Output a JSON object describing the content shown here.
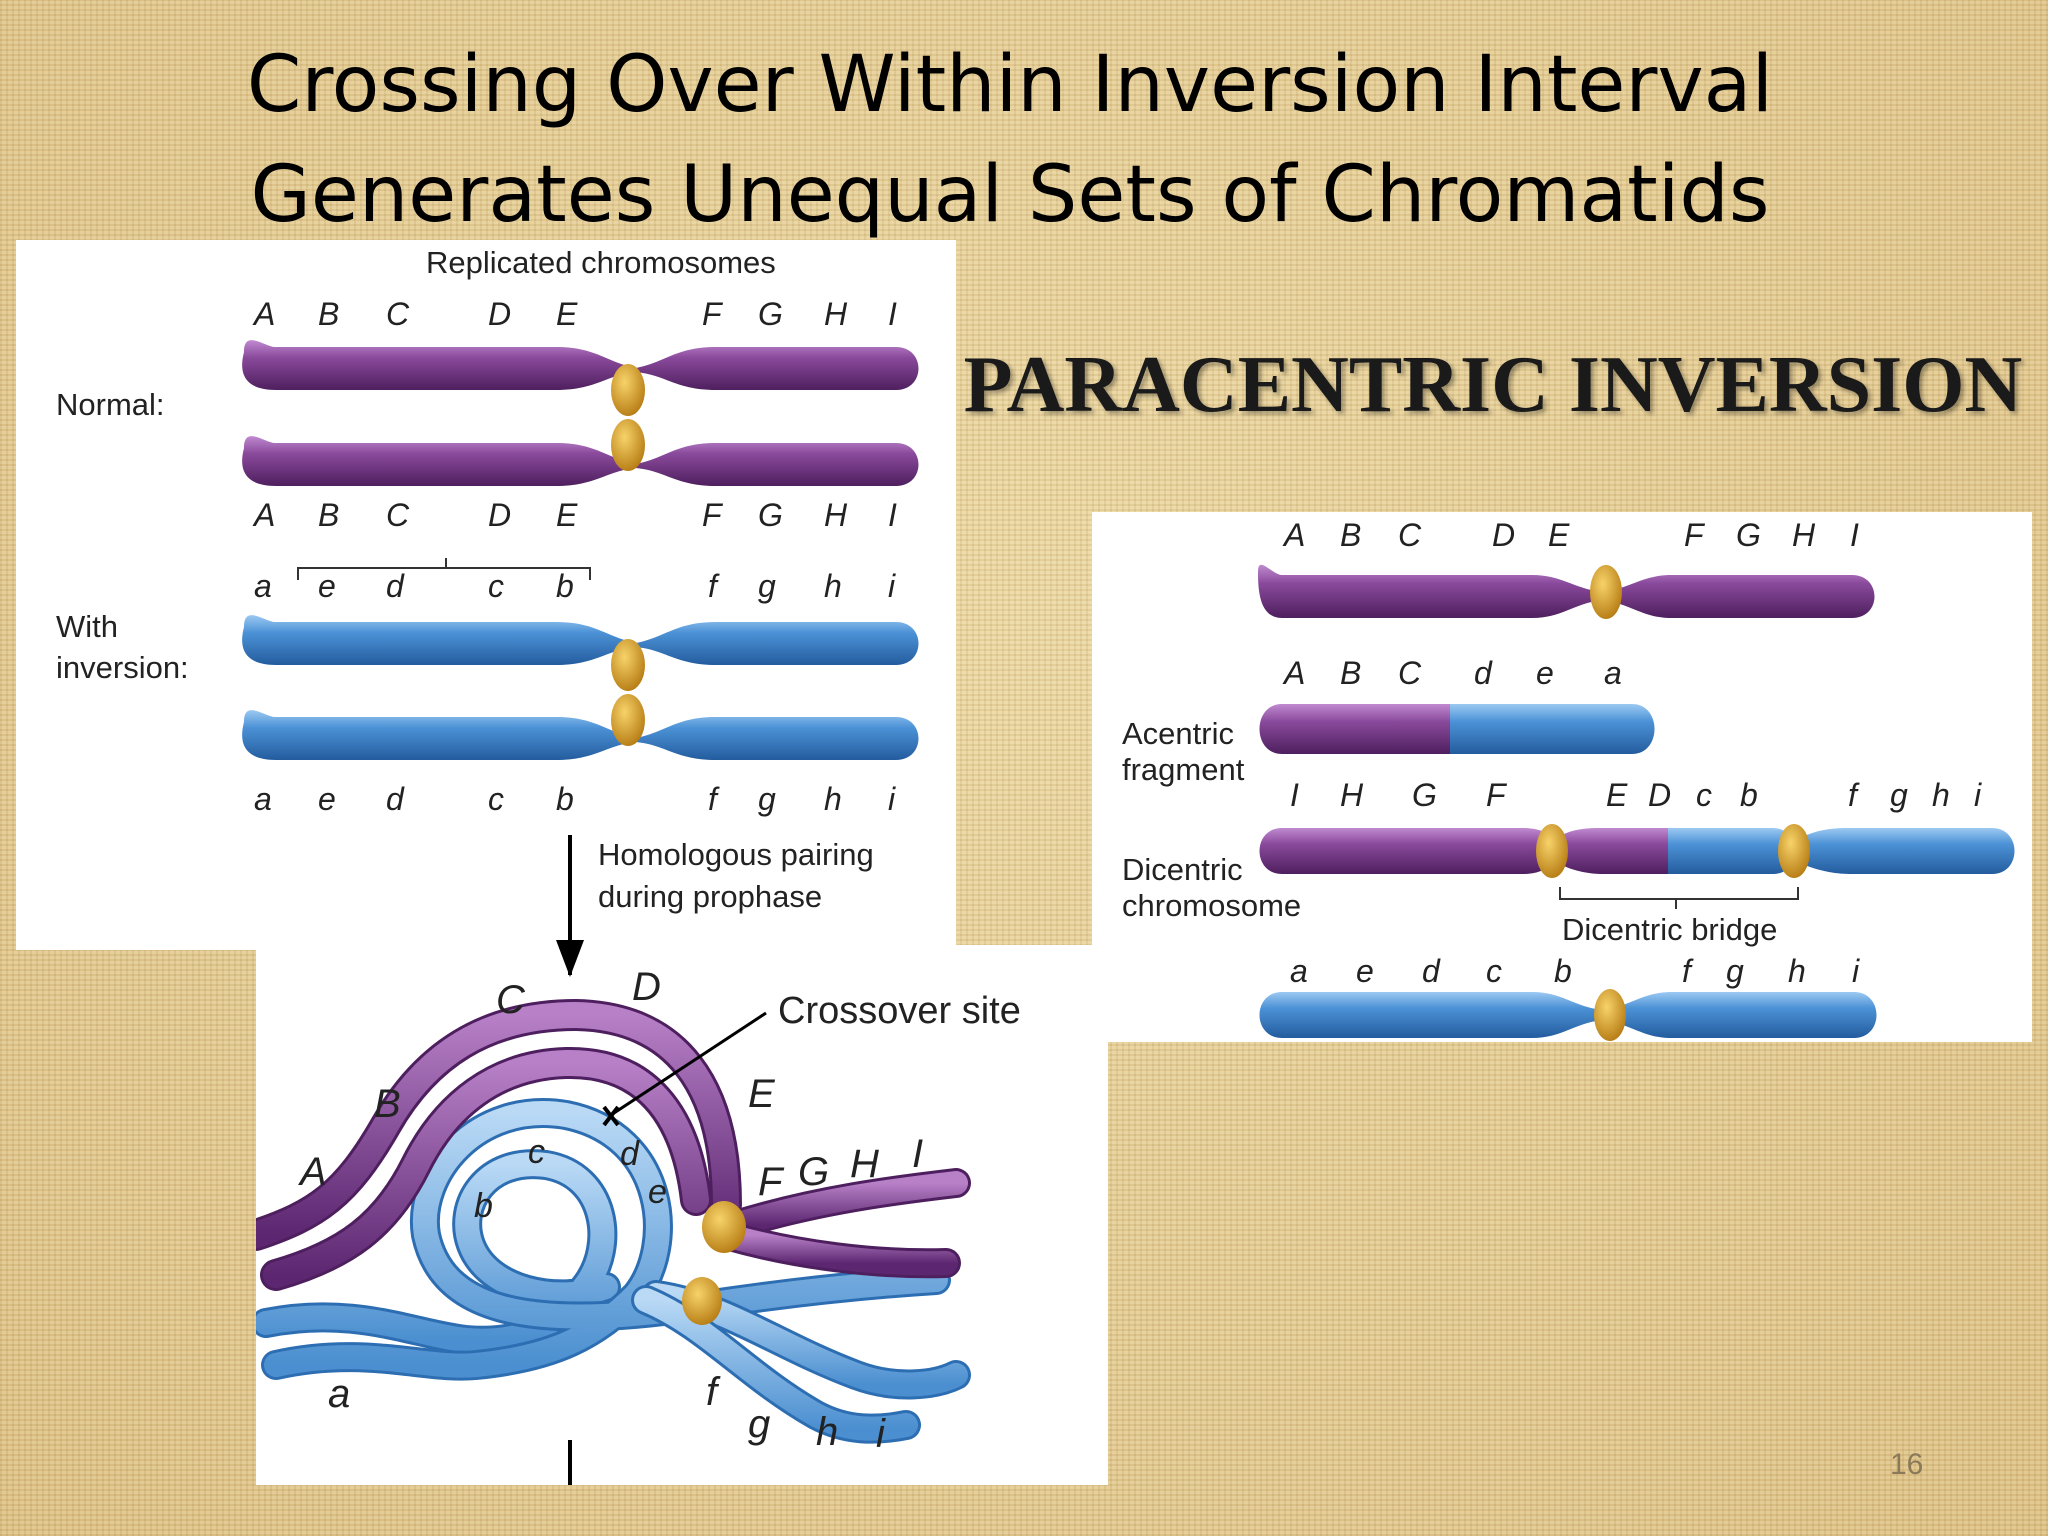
{
  "slide": {
    "title_line1": "Crossing Over Within Inversion Interval",
    "title_line2": "Generates Unequal Sets of Chromatids",
    "subtitle": "PARACENTRIC INVERSION",
    "page_number": "16"
  },
  "left_figure": {
    "heading": "Replicated chromosomes",
    "normal_label": "Normal:",
    "inversion_label_1": "With",
    "inversion_label_2": "inversion:",
    "upper_genes": [
      "A",
      "B",
      "C",
      "D",
      "E",
      "F",
      "G",
      "H",
      "I"
    ],
    "inverted_genes": [
      "a",
      "e",
      "d",
      "c",
      "b",
      "f",
      "g",
      "h",
      "i"
    ],
    "pairing_caption_1": "Homologous pairing",
    "pairing_caption_2": "during prophase"
  },
  "loop_figure": {
    "crossover_label": "Crossover site",
    "labels": {
      "C": "C",
      "D": "D",
      "B": "B",
      "E": "E",
      "A": "A",
      "c": "c",
      "d": "d",
      "b": "b",
      "e": "e",
      "F": "F",
      "G": "G",
      "H": "H",
      "I": "I",
      "a": "a",
      "f": "f",
      "g": "g",
      "h": "h",
      "i": "i"
    }
  },
  "right_figure": {
    "row1_genes": [
      "A",
      "B",
      "C",
      "D",
      "E",
      "F",
      "G",
      "H",
      "I"
    ],
    "row2_genes": [
      "A",
      "B",
      "C",
      "d",
      "e",
      "a"
    ],
    "row3_genes": [
      "I",
      "H",
      "G",
      "F",
      "E",
      "D",
      "c",
      "b",
      "f",
      "g",
      "h",
      "i"
    ],
    "row4_genes": [
      "a",
      "e",
      "d",
      "c",
      "b",
      "f",
      "g",
      "h",
      "i"
    ],
    "acentric_label_1": "Acentric",
    "acentric_label_2": "fragment",
    "dicentric_label_1": "Dicentric",
    "dicentric_label_2": "chromosome",
    "bridge_label": "Dicentric bridge"
  },
  "colors": {
    "purple": "#7b3b8c",
    "blue": "#3f86cf",
    "centromere": "#e3a92e"
  }
}
